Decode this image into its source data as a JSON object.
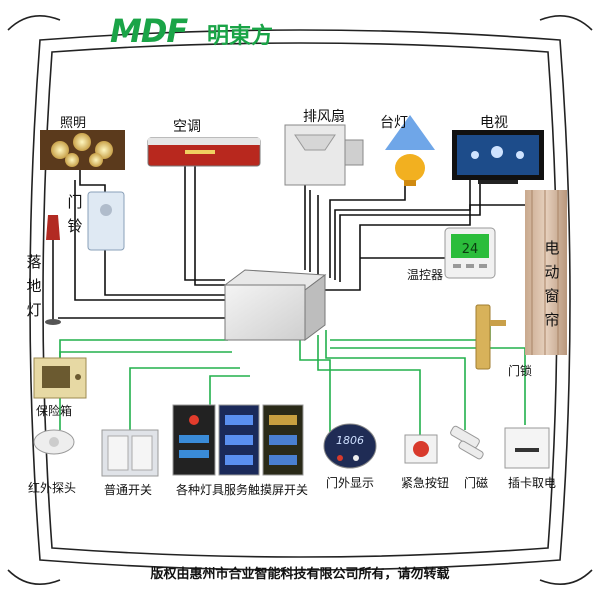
{
  "logo": {
    "mark": "MDF",
    "name": "明東方"
  },
  "devices": {
    "lighting": "照明",
    "aircon": "空调",
    "exhaust_fan": "排风扇",
    "desk_lamp": "台灯",
    "tv": "电视",
    "doorbell": "门铃",
    "floor_lamp": "落地灯",
    "curtain": "电动窗帘",
    "thermostat": "温控器",
    "door_lock": "门锁",
    "safe": "保险箱",
    "ir_sensor": "红外探头",
    "normal_switch": "普通开关",
    "touch_switch": "各种灯具服务触摸屏开关",
    "outdoor_display": "门外显示",
    "emergency_button": "紧急按钮",
    "door_magnet": "门磁",
    "card_switch": "插卡取电"
  },
  "thermostat_reading": "24",
  "outdoor_display_number": "1806",
  "copyright": "版权由惠州市合业智能科技有限公司所有，请勿转载",
  "colors": {
    "accent": "#1aa447",
    "wire_black": "#111111",
    "wire_green": "#22b14c"
  }
}
